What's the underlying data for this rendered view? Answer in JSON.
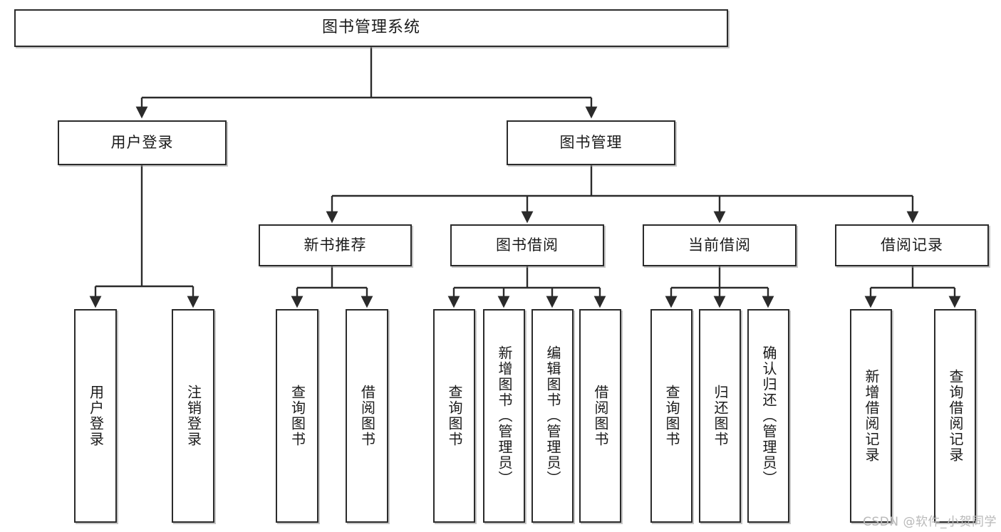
{
  "diagram": {
    "title": "图书管理系统",
    "type": "tree-hierarchy-diagram",
    "root": {
      "label": "图书管理系统"
    },
    "level2": [
      {
        "label": "用户登录"
      },
      {
        "label": "图书管理"
      }
    ],
    "level3": [
      {
        "label": "新书推荐"
      },
      {
        "label": "图书借阅"
      },
      {
        "label": "当前借阅"
      },
      {
        "label": "借阅记录"
      }
    ],
    "leaves": {
      "user_login": [
        {
          "label": "用户登录"
        },
        {
          "label": "注销登录"
        }
      ],
      "new_book_recommend": [
        {
          "label": "查询图书"
        },
        {
          "label": "借阅图书"
        }
      ],
      "book_borrow": [
        {
          "label": "查询图书"
        },
        {
          "label": "新增图书（管理员）"
        },
        {
          "label": "编辑图书（管理员）"
        },
        {
          "label": "借阅图书"
        }
      ],
      "current_borrow": [
        {
          "label": "查询图书"
        },
        {
          "label": "归还图书"
        },
        {
          "label": "确认归还（管理员）"
        }
      ],
      "borrow_record": [
        {
          "label": "新增借阅记录"
        },
        {
          "label": "查询借阅记录"
        }
      ]
    }
  },
  "watermark": {
    "text": "CSDN @软件_小贺同学"
  },
  "colors": {
    "box_border": "#2b2b2b",
    "box_fill": "#ffffff",
    "line": "#2b2b2b",
    "text": "#1a1a1a",
    "watermark": "#b9b9b9"
  }
}
